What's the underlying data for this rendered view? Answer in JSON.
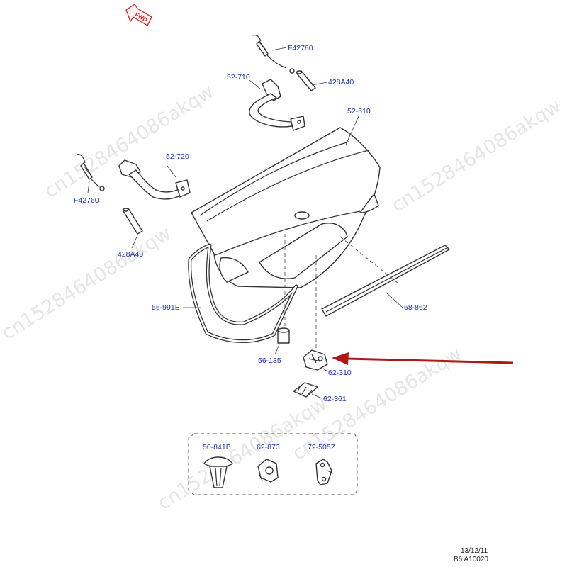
{
  "watermark": {
    "text": "cn1528464086akqw"
  },
  "fwd_label": "FWD",
  "arrow_color": "#b01818",
  "label_color": "#1a36b4",
  "parts": {
    "cable_top": "F42760",
    "cable_left": "F42760",
    "sleeve_top": "428A40",
    "sleeve_left": "428A40",
    "hinge_right": "52-710",
    "hinge_left": "52-720",
    "trunk_lid": "52-610",
    "weatherstrip": "56-991E",
    "moulding": "58-862",
    "bumper": "56-135",
    "latch": "62-310",
    "striker": "62-361",
    "clip_a": "50-841B",
    "clip_b": "62-873",
    "clip_c": "72-505Z"
  },
  "footer": {
    "date": "13/12/11",
    "code": "B6 A10020"
  }
}
